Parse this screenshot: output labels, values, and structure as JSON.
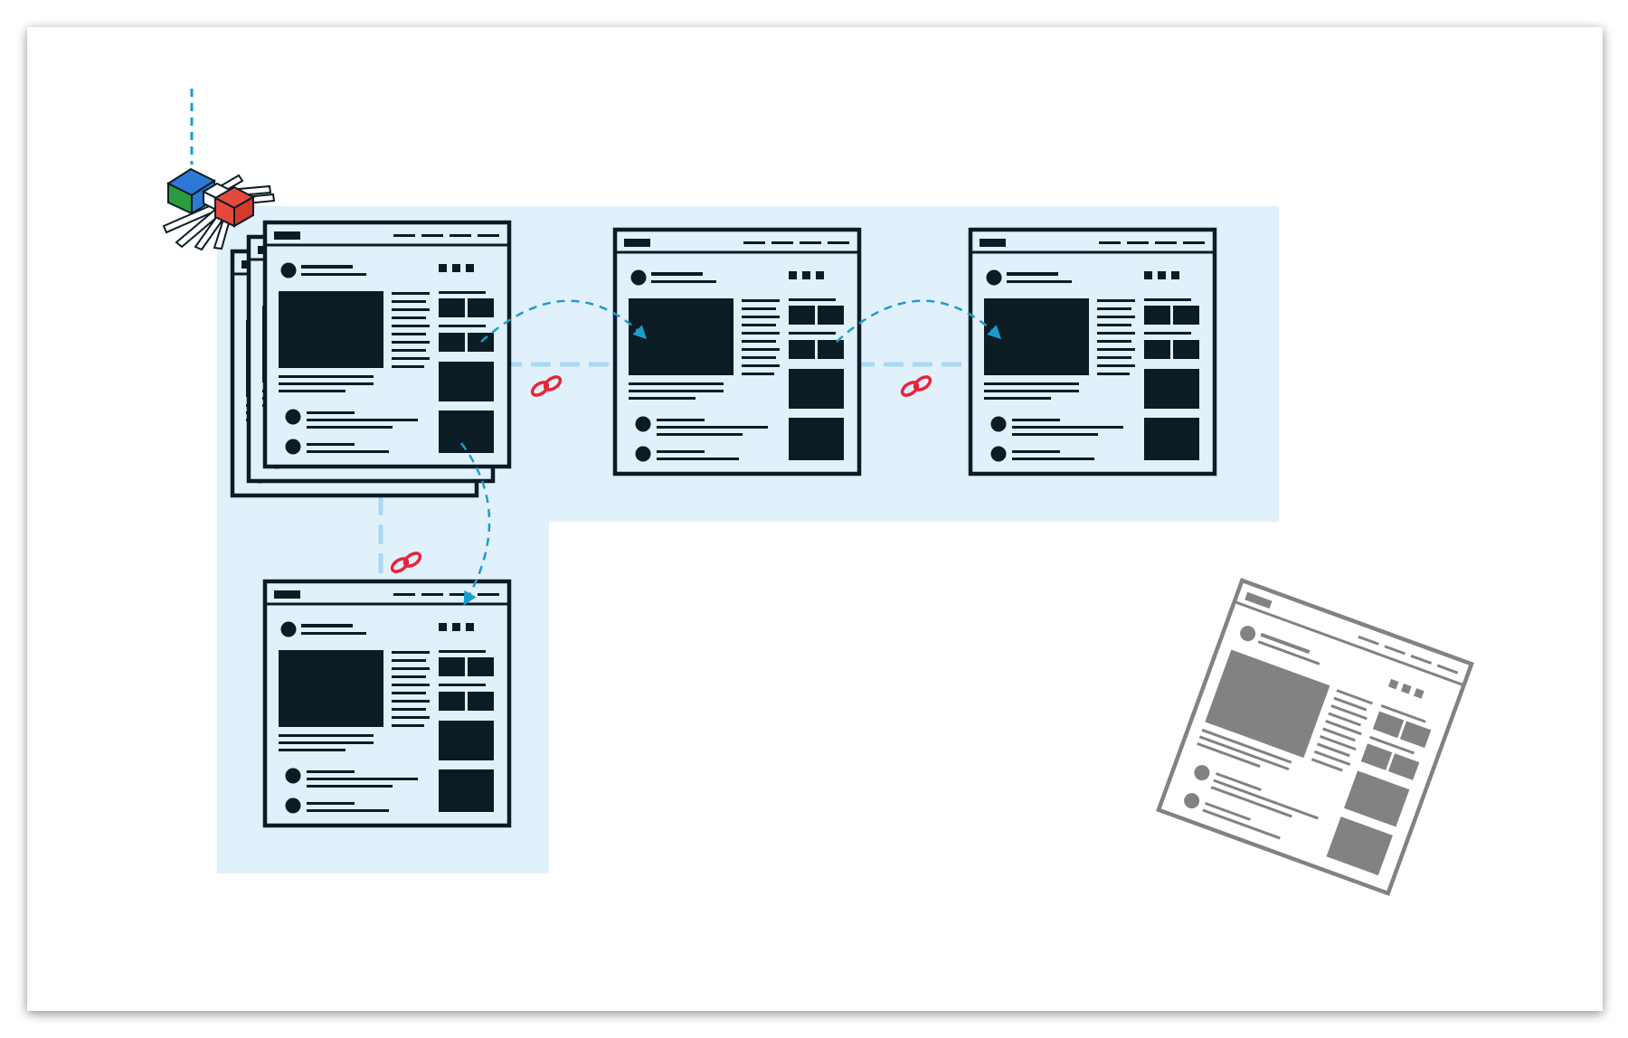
{
  "diagram": {
    "description_free": true,
    "colors": {
      "card_background": "#ffffff",
      "highlight_region": "#e1f1fb",
      "page_ink": "#0c1c24",
      "page_paper": "#e1f1fb",
      "orphan_ink": "#828282",
      "orphan_paper": "#ffffff",
      "link_connector": "#a8d9f3",
      "crawl_arrow": "#1a9dcc",
      "chain_link": "#e8233b",
      "crawler_blue": "#2d79d7",
      "crawler_green": "#2a9c3f",
      "crawler_red": "#e4493c"
    },
    "nodes": [
      {
        "id": "seed-page-stack",
        "kind": "webpage",
        "stacked": true
      },
      {
        "id": "linked-page-a",
        "kind": "webpage"
      },
      {
        "id": "linked-page-b",
        "kind": "webpage"
      },
      {
        "id": "linked-page-c",
        "kind": "webpage"
      },
      {
        "id": "orphan-page",
        "kind": "webpage",
        "linked": false
      }
    ],
    "edges": [
      {
        "from": "seed-page-stack",
        "to": "linked-page-a",
        "style": "dashed-link",
        "icon": "chain-link-icon"
      },
      {
        "from": "linked-page-a",
        "to": "linked-page-b",
        "style": "dashed-link",
        "icon": "chain-link-icon"
      },
      {
        "from": "seed-page-stack",
        "to": "linked-page-c",
        "style": "dashed-link",
        "icon": "chain-link-icon"
      }
    ],
    "crawl_paths": [
      {
        "from": "seed-page-stack",
        "to": "linked-page-a"
      },
      {
        "from": "linked-page-a",
        "to": "linked-page-b"
      },
      {
        "from": "seed-page-stack",
        "to": "linked-page-c"
      }
    ],
    "crawler": {
      "icon": "crawler-spider-icon"
    }
  }
}
